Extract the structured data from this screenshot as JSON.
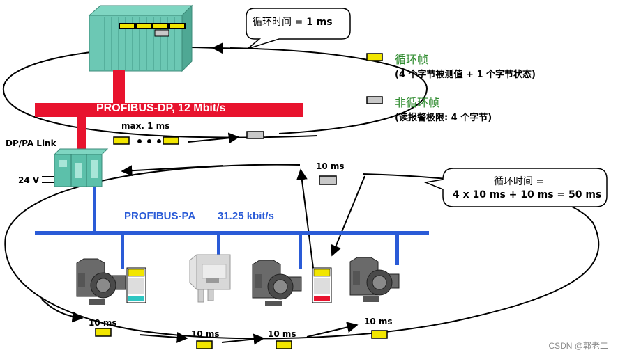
{
  "bubble_top": {
    "label": "循环时间 =",
    "value": "1  ms"
  },
  "bubble_right": {
    "line1": "循环时间 =",
    "line2": "4 x 10  ms + 10 ms = 50 ms"
  },
  "legend": {
    "cyclic_title": "循环帧",
    "cyclic_desc": "(4 个字节被测值 + 1 个字节状态)",
    "acyclic_title": "非循环帧",
    "acyclic_desc": "(读报警极限: 4 个字节)",
    "cyclic_color": "#f2e600",
    "acyclic_color": "#c8c8c8"
  },
  "dp_bus": {
    "label": "PROFIBUS-DP, 12 Mbit/s",
    "color": "#e8132e"
  },
  "pa_bus": {
    "name": "PROFIBUS-PA",
    "rate": "31.25 kbit/s",
    "color": "#2a5bd7"
  },
  "link": {
    "label": "DP/PA Link",
    "voltage": "24 V"
  },
  "timings": {
    "dp_max": "max.  1 ms",
    "acyclic_10ms": "10 ms",
    "t1": "10 ms",
    "t2": "10 ms",
    "t3": "10 ms",
    "t4": "10 ms"
  },
  "watermark": "CSDN @郭老二"
}
